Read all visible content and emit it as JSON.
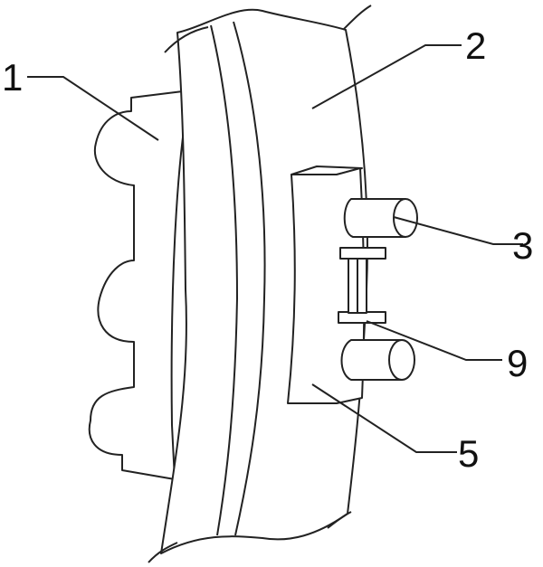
{
  "callouts": {
    "c1": "1",
    "c2": "2",
    "c3": "3",
    "c5": "5",
    "c9": "9"
  },
  "colors": {
    "line": "#222222",
    "background": "#ffffff"
  }
}
